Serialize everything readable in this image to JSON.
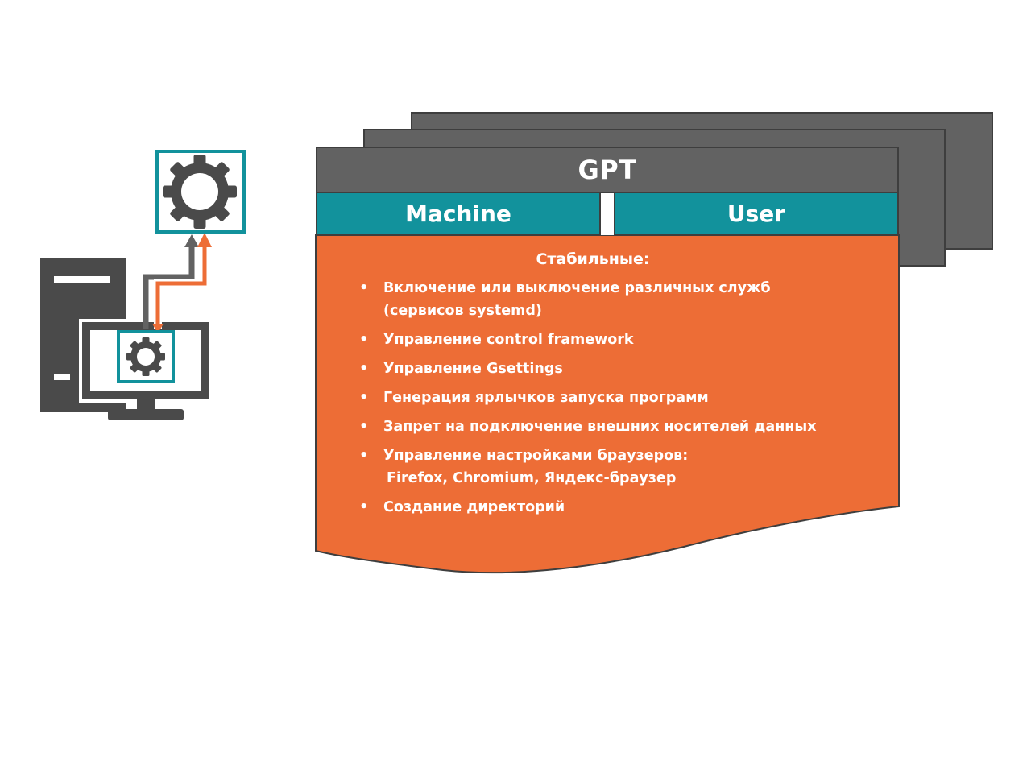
{
  "gpt": {
    "title": "GPT",
    "columns": {
      "machine": "Machine",
      "user": "User"
    },
    "content": {
      "title": "Стабильные:",
      "items": [
        {
          "line1": "Включение или выключение различных служб",
          "line2": "(сервисов systemd)"
        },
        {
          "line1": "Управление control framework",
          "line2": ""
        },
        {
          "line1": "Управление Gsettings",
          "line2": ""
        },
        {
          "line1": "Генерация ярлычков запуска программ",
          "line2": ""
        },
        {
          "line1": "Запрет на подключение внешних носителей данных",
          "line2": ""
        },
        {
          "line1": "Управление настройками браузеров:",
          "line2": "Firefox, Chromium, Яндекс-браузер"
        },
        {
          "line1": "Создание директорий",
          "line2": ""
        }
      ]
    }
  },
  "icons": {
    "policy_gear": "gear-icon",
    "computer": "desktop-computer-icon",
    "monitor_gear": "gear-icon",
    "arrows": [
      "gray-arrow-icon",
      "orange-arrow-icon"
    ]
  },
  "colors": {
    "dark_gray": "#626262",
    "teal": "#12929c",
    "orange": "#ed6d36",
    "icon_gray": "#4a4a4a",
    "white": "#ffffff"
  }
}
